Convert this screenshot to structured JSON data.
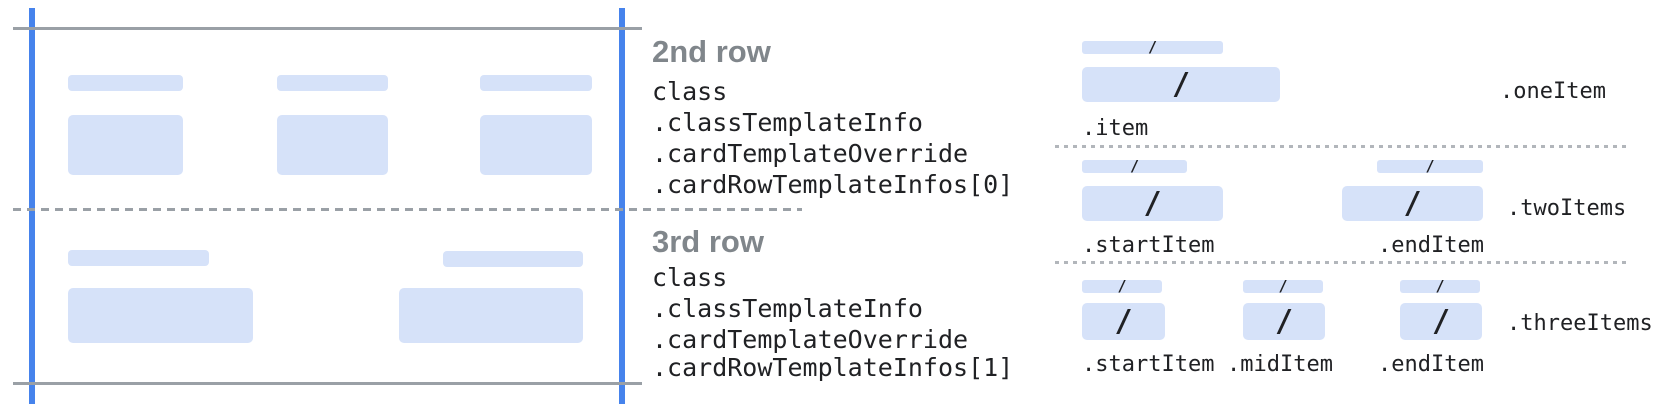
{
  "colors": {
    "bar_fill": "#d6e2f9",
    "guide_blue": "#4683ec",
    "guide_gray": "#9aa0a6",
    "dot_gray": "#b2b6bb",
    "heading_gray": "#80868b",
    "code_dark": "#202124"
  },
  "glyphs": {
    "slash": "/"
  },
  "annotations": {
    "row2": {
      "title": "2nd row",
      "lines": [
        "class",
        ".classTemplateInfo",
        ".cardTemplateOverride",
        ".cardRowTemplateInfos[0]"
      ]
    },
    "row3": {
      "title": "3rd row",
      "lines": [
        "class",
        ".classTemplateInfo",
        ".cardTemplateOverride",
        ".cardRowTemplateInfos[1]"
      ]
    }
  },
  "layouts": {
    "one": {
      "label": ".oneItem",
      "item": ".item"
    },
    "two": {
      "label": ".twoItems",
      "start": ".startItem",
      "end": ".endItem"
    },
    "three": {
      "label": ".threeItems",
      "start": ".startItem",
      "mid": ".midItem",
      "end": ".endItem"
    }
  }
}
